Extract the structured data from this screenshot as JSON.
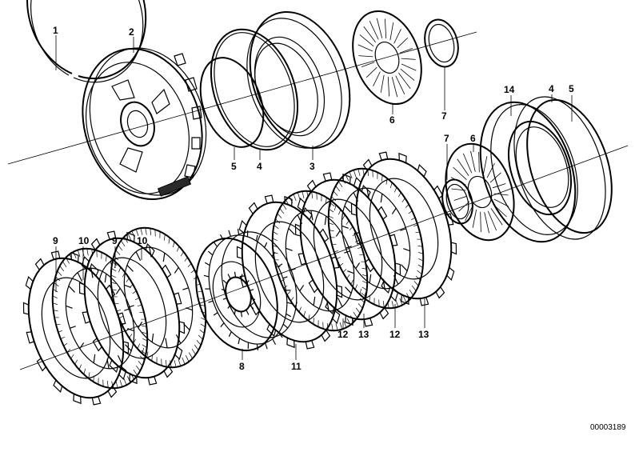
{
  "diagram": {
    "callouts": [
      {
        "id": "c1",
        "label": "1"
      },
      {
        "id": "c2",
        "label": "2"
      },
      {
        "id": "c3",
        "label": "3"
      },
      {
        "id": "c4a",
        "label": "4"
      },
      {
        "id": "c5a",
        "label": "5"
      },
      {
        "id": "c6a",
        "label": "6"
      },
      {
        "id": "c7a",
        "label": "7"
      },
      {
        "id": "c14",
        "label": "14"
      },
      {
        "id": "c4b",
        "label": "4"
      },
      {
        "id": "c5b",
        "label": "5"
      },
      {
        "id": "c7b",
        "label": "7"
      },
      {
        "id": "c6b",
        "label": "6"
      },
      {
        "id": "c9a",
        "label": "9"
      },
      {
        "id": "c10a",
        "label": "10"
      },
      {
        "id": "c9b",
        "label": "9"
      },
      {
        "id": "c10b",
        "label": "10"
      },
      {
        "id": "c8",
        "label": "8"
      },
      {
        "id": "c11",
        "label": "11"
      },
      {
        "id": "c12a",
        "label": "12"
      },
      {
        "id": "c13a",
        "label": "13"
      },
      {
        "id": "c12b",
        "label": "12"
      },
      {
        "id": "c13b",
        "label": "13"
      }
    ],
    "image_id_text": "00003189"
  }
}
